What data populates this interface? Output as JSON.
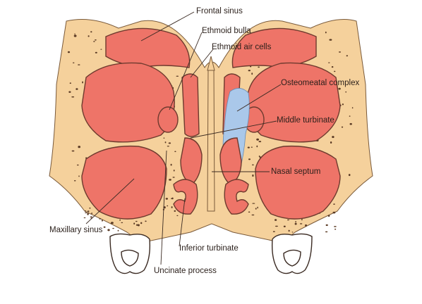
{
  "colors": {
    "bone": "#f5d19c",
    "sinus_cavity": "#ee7468",
    "osteomeatal_highlight": "#aac8ea",
    "outline": "#6e3a2e",
    "tooth": "#ffffff"
  },
  "labels": {
    "frontal_sinus": "Frontal sinus",
    "ethmoid_bulla": "Ethmoid bulla",
    "ethmoid_air_cells": "Ethmoid air cells",
    "osteomeatal_complex": "Osteomeatal complex",
    "middle_turbinate": "Middle turbinate",
    "nasal_septum": "Nasal septum",
    "maxillary_sinus": "Maxillary sinus",
    "inferior_turbinate": "Inferior turbinate",
    "uncinate_process": "Uncinate process"
  }
}
